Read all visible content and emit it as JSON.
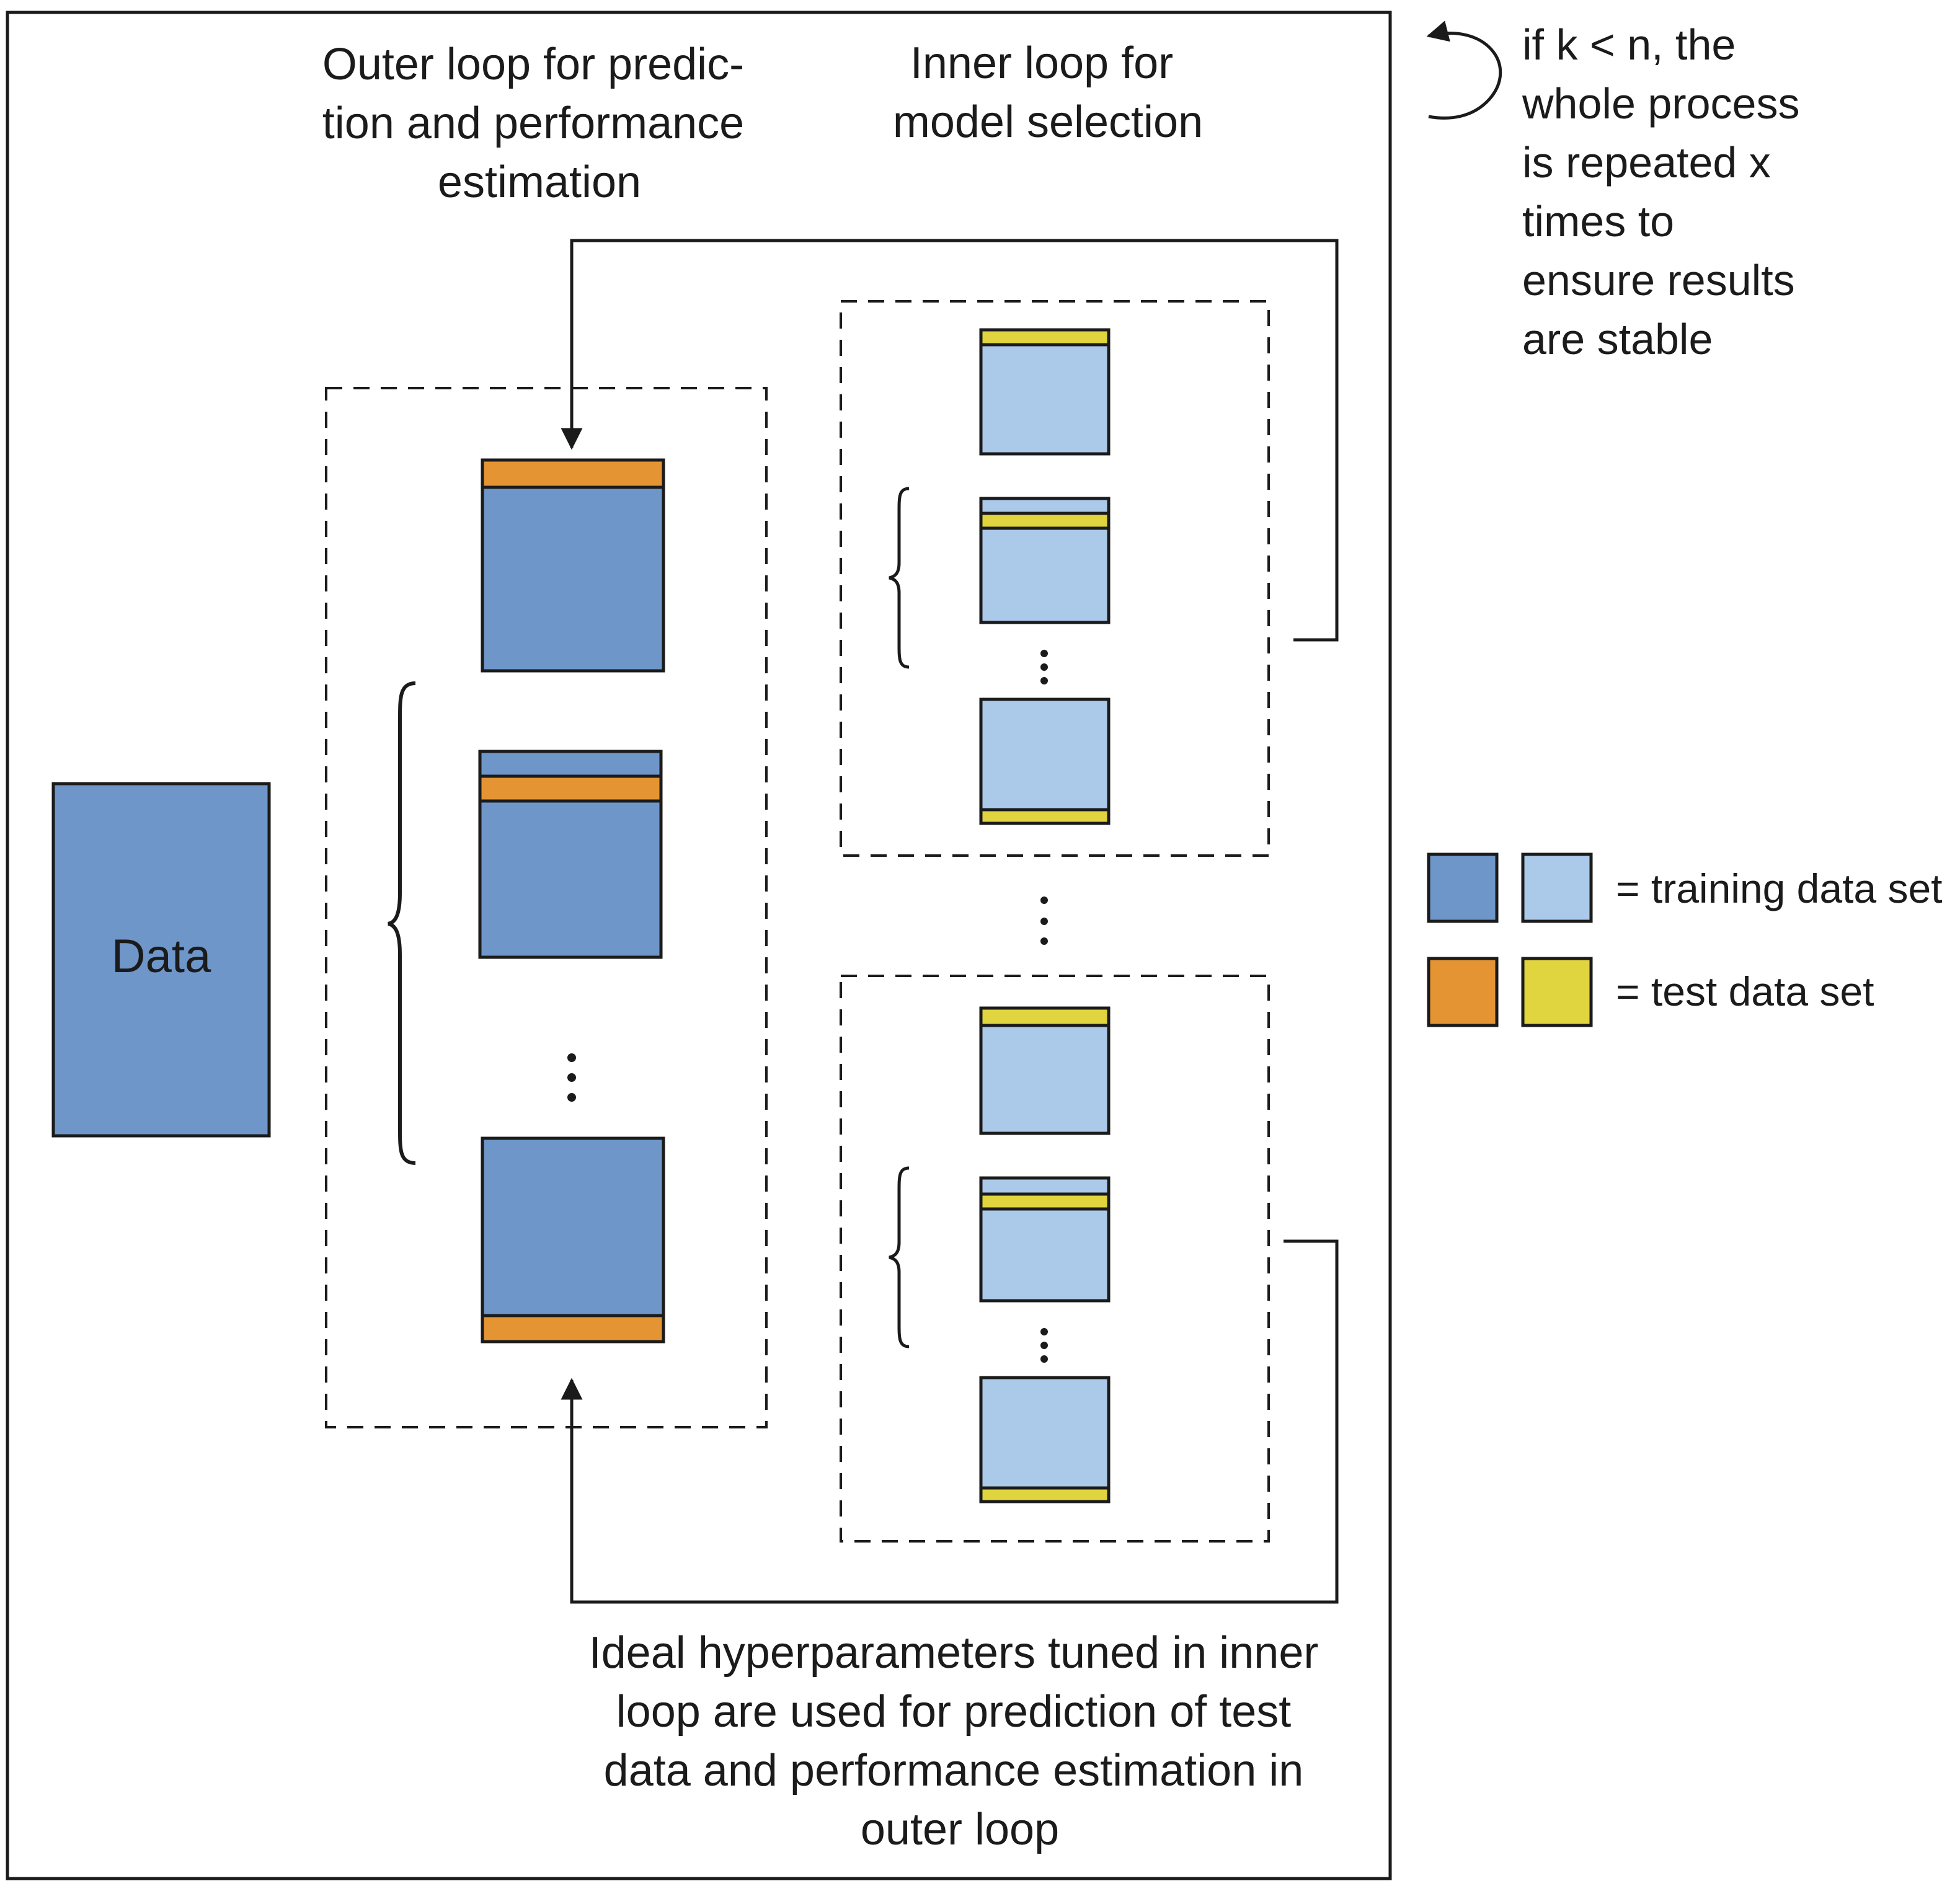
{
  "labels": {
    "outer_loop": [
      "Outer loop for predic-",
      "tion and performance",
      "estimation"
    ],
    "inner_loop": [
      "Inner loop for",
      "model selection"
    ],
    "data_block": "Data",
    "repeat_note": [
      "if k < n, the",
      "whole process",
      "is repeated x",
      "times to",
      "ensure results",
      "are stable"
    ],
    "bottom_note": [
      "Ideal hyperparameters tuned in inner",
      "loop are used for prediction of test",
      "data and performance estimation in",
      "outer loop"
    ]
  },
  "legend": [
    {
      "text": "= training data set",
      "colors": [
        "#6e96c9",
        "#abc9e8"
      ]
    },
    {
      "text": "= test data set",
      "colors": [
        "#e59433",
        "#e0d43f"
      ]
    }
  ],
  "colors": {
    "outer_train": "#6e96c9",
    "outer_test": "#e59433",
    "inner_train": "#abc9e8",
    "inner_test": "#e0d43f",
    "stroke": "#1b1b1b"
  },
  "icons": {
    "repeat": "counterclockwise-arrow-icon",
    "ellipsis": "vertical-dots-icon",
    "brace": "left-curly-brace-icon"
  }
}
